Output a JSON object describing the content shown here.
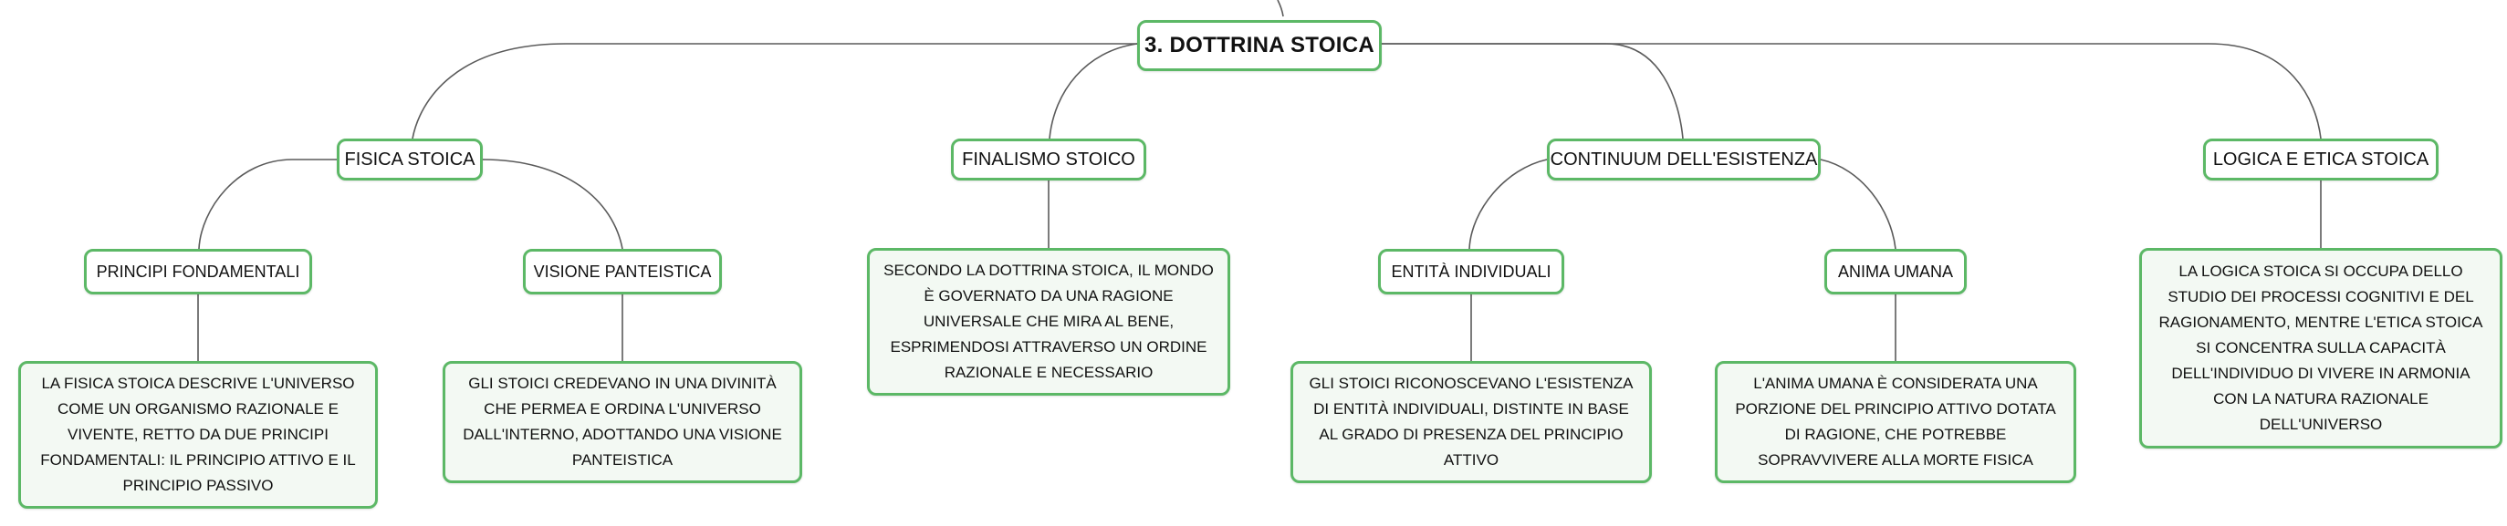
{
  "mindmap": {
    "root": "3. DOTTRINA STOICA",
    "branches": [
      {
        "label": "FISICA STOICA",
        "children": [
          {
            "label": "PRINCIPI FONDAMENTALI",
            "text": "LA FISICA STOICA DESCRIVE L'UNIVERSO COME UN ORGANISMO RAZIONALE E VIVENTE, RETTO DA DUE PRINCIPI FONDAMENTALI: IL PRINCIPIO ATTIVO E IL PRINCIPIO PASSIVO"
          },
          {
            "label": "VISIONE PANTEISTICA",
            "text": "GLI STOICI CREDEVANO IN UNA DIVINITÀ CHE PERMEA E ORDINA L'UNIVERSO DALL'INTERNO, ADOTTANDO UNA VISIONE PANTEISTICA"
          }
        ]
      },
      {
        "label": "FINALISMO STOICO",
        "text": "SECONDO LA DOTTRINA STOICA, IL MONDO È GOVERNATO DA UNA RAGIONE UNIVERSALE CHE MIRA AL BENE, ESPRIMENDOSI ATTRAVERSO UN ORDINE RAZIONALE E NECESSARIO"
      },
      {
        "label": "CONTINUUM DELL'ESISTENZA",
        "children": [
          {
            "label": "ENTITÀ INDIVIDUALI",
            "text": "GLI STOICI RICONOSCEVANO L'ESISTENZA DI ENTITÀ INDIVIDUALI, DISTINTE IN BASE AL GRADO DI PRESENZA DEL PRINCIPIO ATTIVO"
          },
          {
            "label": "ANIMA UMANA",
            "text": "L'ANIMA UMANA È CONSIDERATA UNA PORZIONE DEL PRINCIPIO ATTIVO DOTATA DI RAGIONE, CHE POTREBBE SOPRAVVIVERE ALLA MORTE FISICA"
          }
        ]
      },
      {
        "label": "LOGICA E ETICA STOICA",
        "text": "LA LOGICA STOICA SI OCCUPA DELLO STUDIO DEI PROCESSI COGNITIVI E DEL RAGIONAMENTO, MENTRE L'ETICA STOICA SI CONCENTRA SULLA CAPACITÀ DELL'INDIVIDUO DI VIVERE IN ARMONIA CON LA NATURA RAZIONALE DELL'UNIVERSO"
      }
    ]
  },
  "colors": {
    "node_border": "#5cb866",
    "leaf_fill": "#f3f9f3",
    "connector": "#5a5a5a"
  }
}
